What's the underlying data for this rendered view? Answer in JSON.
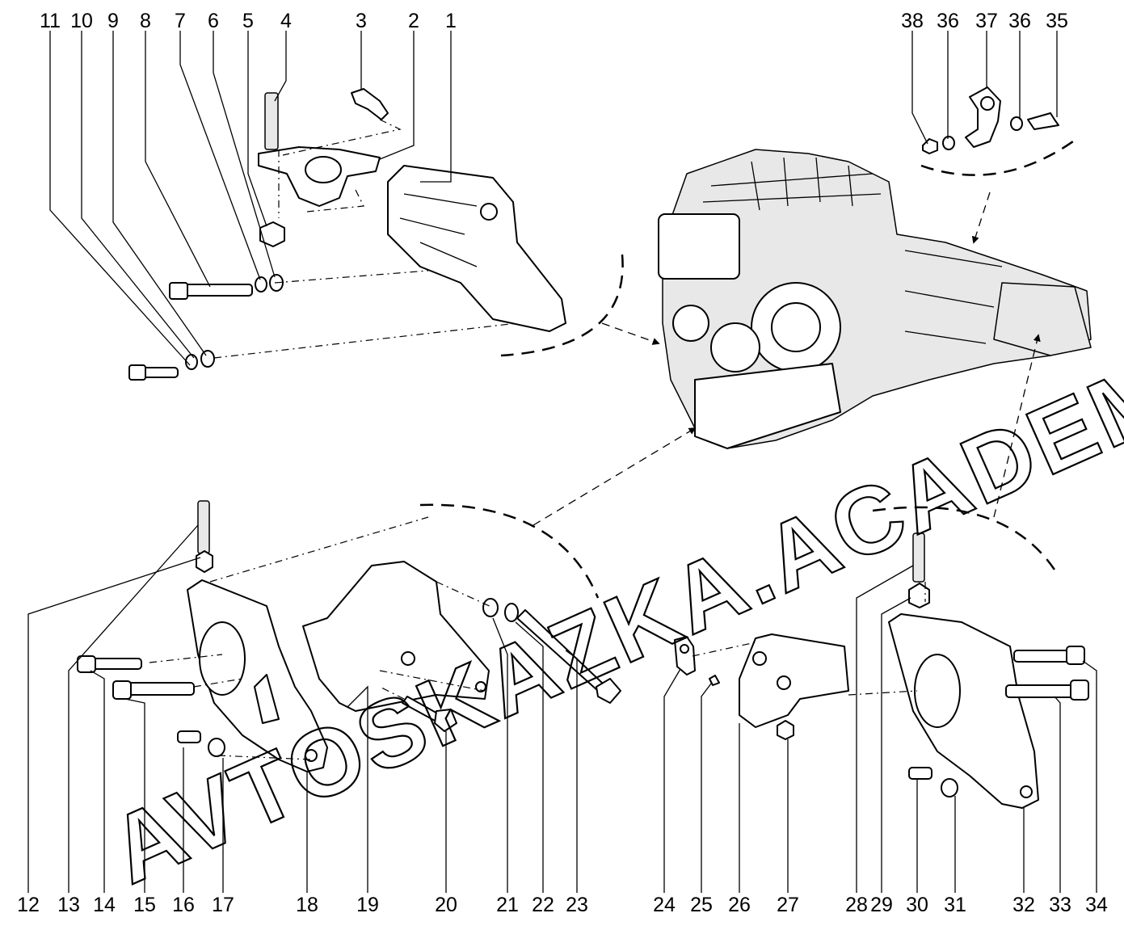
{
  "diagram": {
    "watermark": "AVTOSKAZKA.ACADEMY.ONE",
    "callouts_top": [
      "11",
      "10",
      "9",
      "8",
      "7",
      "6",
      "5",
      "4",
      "3",
      "2",
      "1"
    ],
    "callouts_top_right": [
      "38",
      "36",
      "37",
      "36",
      "35"
    ],
    "callouts_bottom": [
      "12",
      "13",
      "14",
      "15",
      "16",
      "17",
      "18",
      "19",
      "20",
      "21",
      "22",
      "23",
      "24",
      "25",
      "26",
      "27",
      "28",
      "29",
      "30",
      "31",
      "32",
      "33",
      "34"
    ]
  }
}
